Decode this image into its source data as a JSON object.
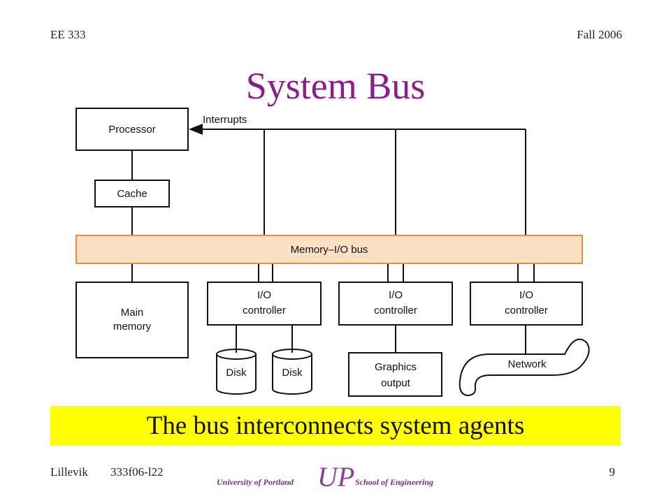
{
  "header": {
    "course": "EE 333",
    "term": "Fall 2006"
  },
  "title": "System Bus",
  "diagram": {
    "processor": "Processor",
    "interrupts": "Interrupts",
    "cache": "Cache",
    "bus": "Memory–I/O bus",
    "main_memory_line1": "Main",
    "main_memory_line2": "memory",
    "io_line1": "I/O",
    "io_line2": "controller",
    "disk": "Disk",
    "graphics_line1": "Graphics",
    "graphics_line2": "output",
    "network": "Network",
    "colors": {
      "bus_fill": "#fde0c4",
      "bus_stroke": "#f08a3c"
    }
  },
  "banner": {
    "text": "The bus interconnects system agents",
    "color": "#ffff00"
  },
  "footer": {
    "author": "Lillevik",
    "doc": "333f06-l22",
    "page": "9",
    "university": "University of Portland",
    "school": "School of Engineering",
    "logo_letters": "UP"
  }
}
